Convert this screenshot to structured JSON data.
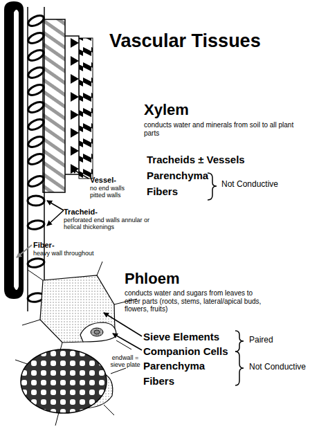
{
  "diagram": {
    "title": "Vascular Tissues",
    "labels": [
      "Xylem",
      "conducts water and minerals from soil to all plant parts",
      "Tracheids ± Vessels",
      "Parenchyma",
      "Fibers",
      "Not Conductive",
      "Vessel-",
      "no end walls pitted walls",
      "Tracheid-",
      "perforated end walls annular or helical thickenings",
      "Fiber-",
      "heavy wall throughout",
      "Phloem",
      "conducts water and sugars from leaves to other parts (roots, stems, lateral/apical buds, flowers, fruits)",
      "Sieve Elements",
      "Companion Cells",
      "Paired",
      "Parenchyma",
      "Fibers",
      "Not Conductive",
      "endwall = sieve plate"
    ]
  }
}
